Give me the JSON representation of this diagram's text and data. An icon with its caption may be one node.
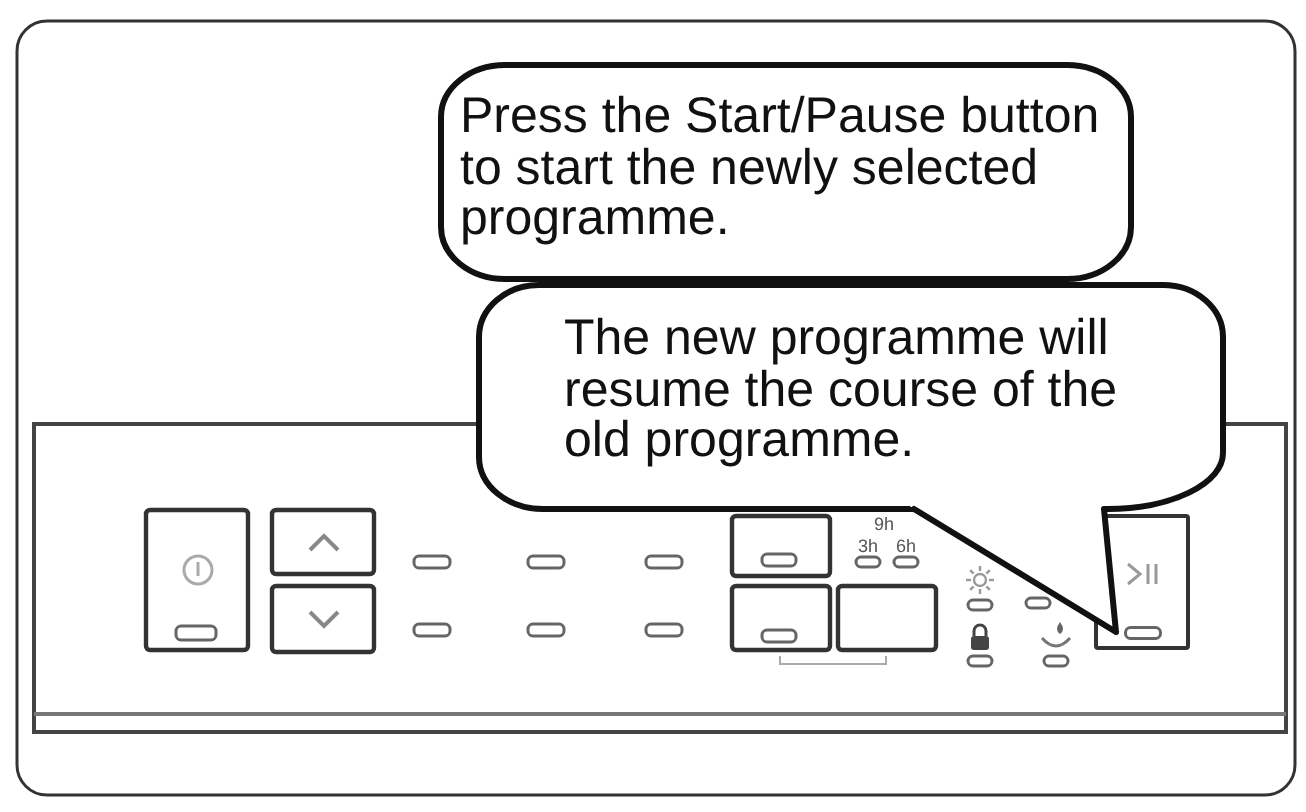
{
  "diagram": {
    "nodes": [
      {
        "text": [
          "Press the Start/Pause button to start the newly selected programme."
        ]
      },
      {
        "text": [
          "The new programme will resume the course of the old programme."
        ]
      },
      {
        "text": [],
        "shape": "box"
      }
    ],
    "edges": [
      {
        "from": 1,
        "to": 2,
        "arrow": "none"
      }
    ],
    "labels": [
      "9h",
      "3h",
      "6h"
    ]
  }
}
